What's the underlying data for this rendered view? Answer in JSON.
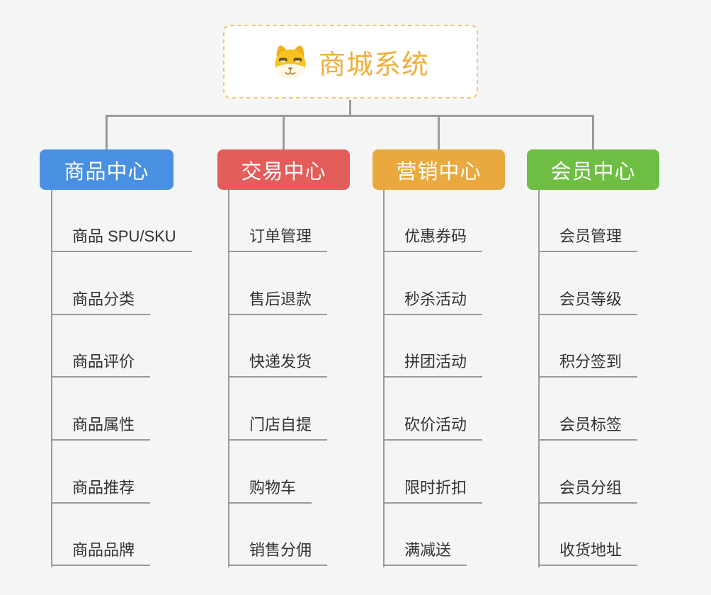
{
  "root": {
    "title": "商城系统",
    "icon": "shiba-dog-icon",
    "accent_color": "#f0ae3e",
    "border_color": "#f4c67c"
  },
  "branches": [
    {
      "label": "商品中心",
      "color": "#4a90e2",
      "items": [
        "商品 SPU/SKU",
        "商品分类",
        "商品评价",
        "商品属性",
        "商品推荐",
        "商品品牌"
      ]
    },
    {
      "label": "交易中心",
      "color": "#e35d5b",
      "items": [
        "订单管理",
        "售后退款",
        "快递发货",
        "门店自提",
        "购物车",
        "销售分佣"
      ]
    },
    {
      "label": "营销中心",
      "color": "#eaa93e",
      "items": [
        "优惠券码",
        "秒杀活动",
        "拼团活动",
        "砍价活动",
        "限时折扣",
        "满减送"
      ]
    },
    {
      "label": "会员中心",
      "color": "#6fbe44",
      "items": [
        "会员管理",
        "会员等级",
        "积分签到",
        "会员标签",
        "会员分组",
        "收货地址"
      ]
    }
  ],
  "connector_color": "#9a9a9a"
}
